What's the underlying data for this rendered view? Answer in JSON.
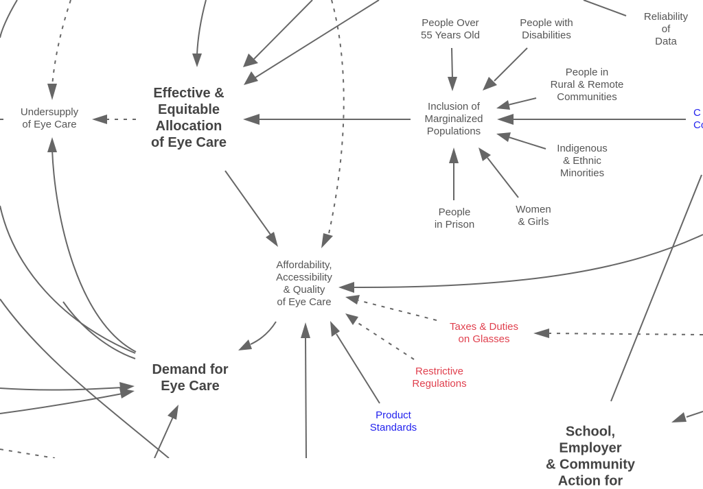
{
  "diagram": {
    "colors": {
      "text_primary": "#444444",
      "text_secondary": "#555555",
      "edge": "#666666",
      "negative_factor": "#e0404e",
      "policy_factor": "#2222ee"
    },
    "nodes": {
      "effective_allocation": "Effective &\nEquitable\nAllocation\nof Eye Care",
      "undersupply": "Undersupply\nof Eye Care",
      "affordability": "Affordability,\nAccessibility\n& Quality\nof Eye Care",
      "demand": "Demand for\nEye Care",
      "inclusion": "Inclusion of\nMarginalized\nPopulations",
      "people_over_55": "People Over\n55 Years Old",
      "people_disabilities": "People with\nDisabilities",
      "reliability_data": "Reliability of\nData",
      "rural_remote": "People in\nRural & Remote\nCommunities",
      "indigenous": "Indigenous\n& Ethnic\nMinorities",
      "women_girls": "Women\n& Girls",
      "people_prison": "People\nin Prison",
      "taxes_duties": "Taxes & Duties\non Glasses",
      "restrictive_regulations": "Restrictive\nRegulations",
      "product_standards": "Product\nStandards",
      "school_employer": "School, Employer\n& Community\nAction for",
      "offscreen_blue": "C\nCo"
    }
  }
}
